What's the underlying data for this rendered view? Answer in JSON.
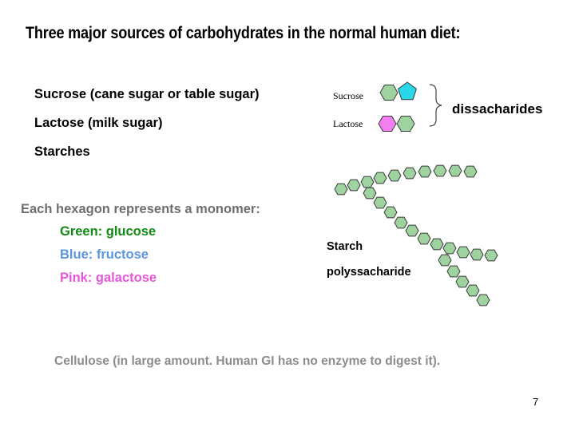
{
  "slide": {
    "title": "Three major sources of carbohydrates in the normal human diet:",
    "sources": [
      "Sucrose (cane sugar or table sugar)",
      "Lactose (milk sugar)",
      "Starches"
    ],
    "diagram": {
      "sucrose_label": "Sucrose",
      "lactose_label": "Lactose",
      "group_label": "dissacharides",
      "starch_label_line1": "Starch",
      "starch_label_line2": "polyssacharide"
    },
    "legend": {
      "heading": "Each hexagon represents a monomer:",
      "items": [
        {
          "text": "Green: glucose",
          "color": "#138a13"
        },
        {
          "text": "Blue: fructose",
          "color": "#5b95e0"
        },
        {
          "text": "Pink: galactose",
          "color": "#e657d8"
        }
      ]
    },
    "cellulose_note": "Cellulose (in large amount. Human GI has no enzyme to digest it).",
    "page_number": "7"
  },
  "colors": {
    "glucose_fill": "#9ed29e",
    "fructose_fill": "#29d8e8",
    "galactose_fill": "#f27ff2",
    "hexagon_outline": "#3a3a3a"
  }
}
